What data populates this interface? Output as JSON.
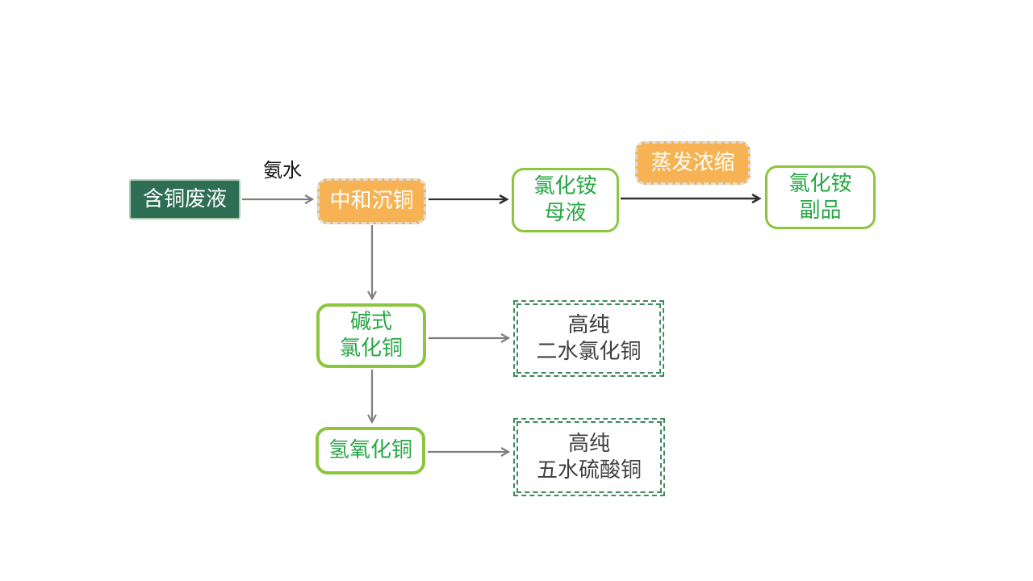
{
  "diagram": {
    "edge_labels": {
      "ammonia": "氨水"
    },
    "nodes": {
      "waste": "含铜废液",
      "neutralize": "中和沉铜",
      "mother_liquor": "氯化铵\n母液",
      "evaporate": "蒸发浓缩",
      "byproduct": "氯化铵\n副品",
      "basic_copper_chloride": "碱式\n氯化铜",
      "copper_hydroxide": "氢氧化铜",
      "high_purity_dihydrate": "高纯\n二水氯化铜",
      "high_purity_pentahydrate": "高纯\n五水硫酸铜"
    },
    "colors": {
      "dark_green_fill": "#2D6E55",
      "orange_fill": "#F7B353",
      "bright_green_border": "#8CC63F",
      "green_text": "#27A745",
      "dashed_outline_green": "#3F8A5E",
      "light_dashed_border": "#DCDCDC",
      "gray_arrow": "#7F7F7F",
      "black_arrow": "#303030",
      "dark_text": "#404040",
      "background": "#FFFFFF"
    }
  }
}
